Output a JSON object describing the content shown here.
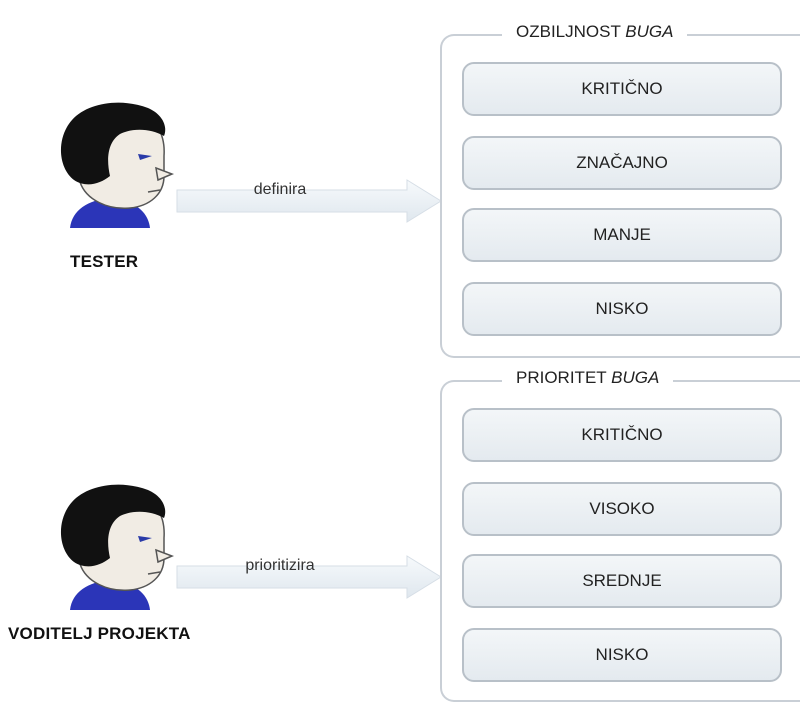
{
  "roles": {
    "tester": {
      "label": "TESTER",
      "action": "definira"
    },
    "project_lead": {
      "label": "VODITELJ PROJEKTA",
      "action": "prioritizira"
    }
  },
  "severity": {
    "title_main": "OZBILJNOST",
    "title_em": "BUGA",
    "items": [
      "KRITIČNO",
      "ZNAČAJNO",
      "MANJE",
      "NISKO"
    ]
  },
  "priority": {
    "title_main": "PRIORITET",
    "title_em": "BUGA",
    "items": [
      "KRITIČNO",
      "VISOKO",
      "SREDNJE",
      "NISKO"
    ]
  }
}
